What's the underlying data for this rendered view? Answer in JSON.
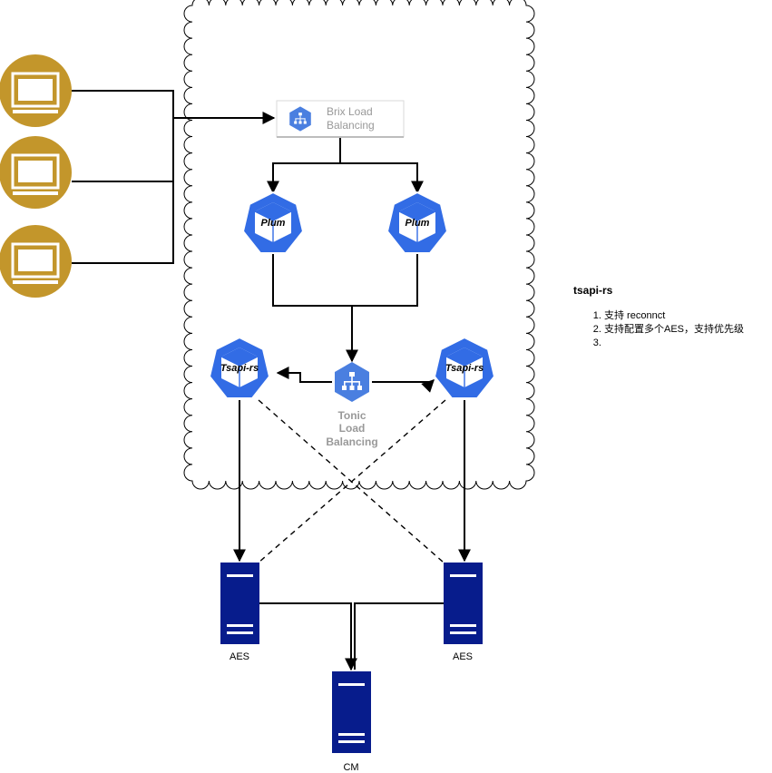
{
  "load_balancers": {
    "brix": {
      "line1": "Brix Load",
      "line2": "Balancing"
    },
    "tonic": {
      "line1": "Tonic",
      "line2": "Load",
      "line3": "Balancing"
    }
  },
  "nodes": {
    "plum_left": "Plum",
    "plum_right": "Plum",
    "tsapi_left": "Tsapi-rs",
    "tsapi_right": "Tsapi-rs",
    "aes_left": "AES",
    "aes_right": "AES",
    "cm": "CM"
  },
  "notes": {
    "title": "tsapi-rs",
    "items": [
      "支持 reconnct",
      "支持配置多个AES，支持优先级",
      ""
    ]
  },
  "colors": {
    "terminal": "#C3962B",
    "k8s_blue": "#326CE5",
    "gcp_blue": "#4A7FE0",
    "server_navy": "#071C8C",
    "lb_box_border": "#DADADA"
  },
  "icons": [
    "monitor-icon",
    "load-balancer-icon",
    "kubernetes-pod-icon",
    "server-icon"
  ]
}
